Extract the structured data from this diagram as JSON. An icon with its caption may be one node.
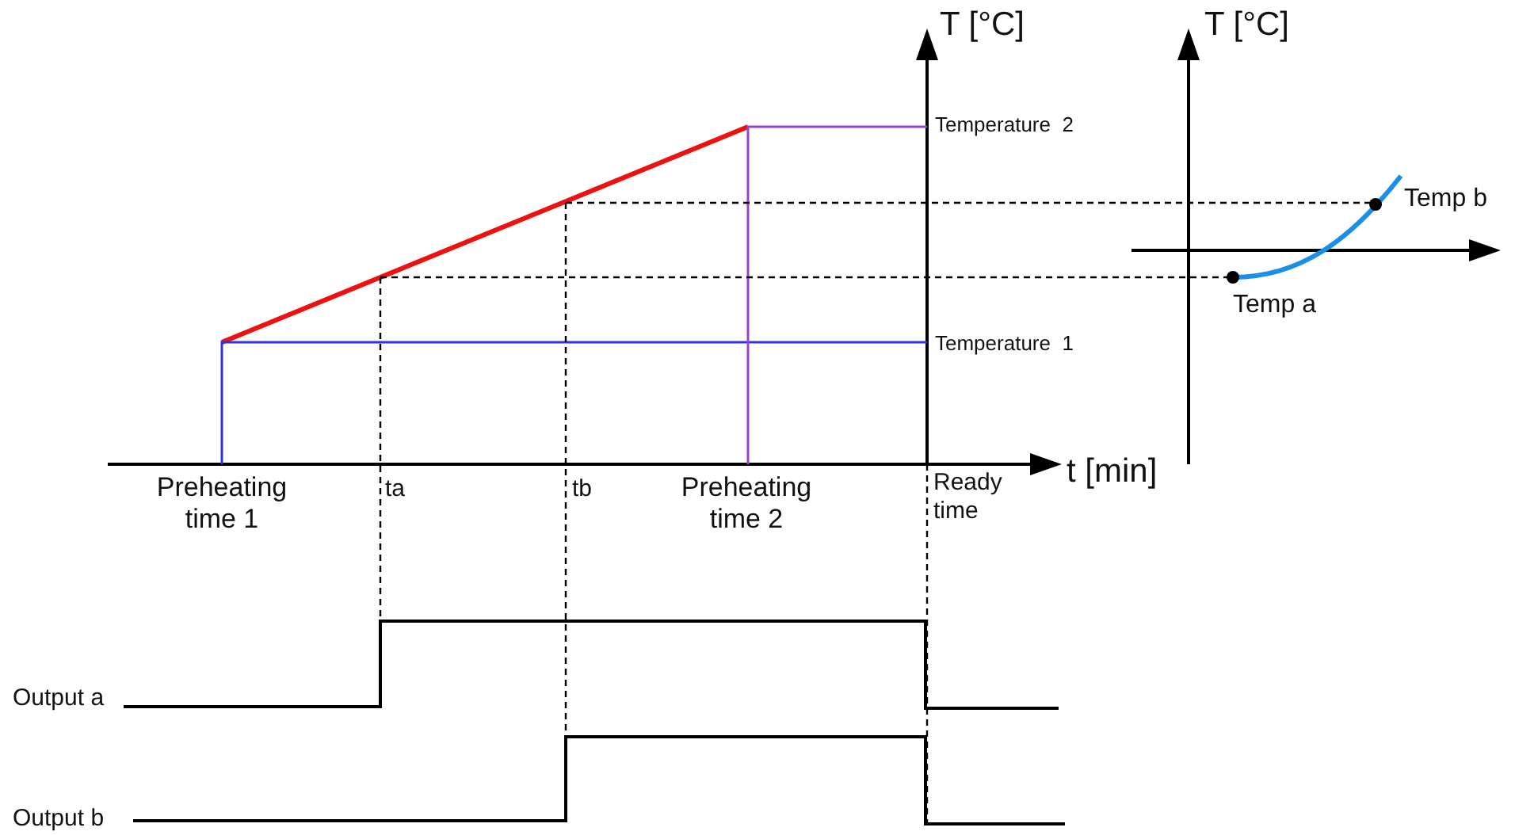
{
  "diagram": {
    "labels": [
      "T [°C]",
      "T [°C]",
      "Temperature  2",
      "Temp b",
      "Temp a",
      "Temperature  1",
      "Preheating time 1",
      "ta",
      "tb",
      "Preheating time 2",
      "Ready time",
      "t [min]",
      "Output a",
      "Output b"
    ]
  }
}
